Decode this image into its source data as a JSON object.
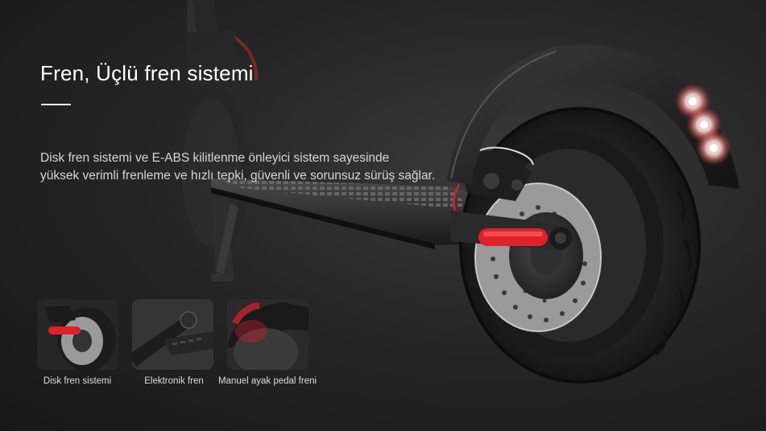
{
  "hero": {
    "title": "Fren, Üçlü fren sistemi",
    "description_lines": [
      "Disk fren sistemi ve E-ABS kilitlenme önleyici sistem sayesinde",
      "yüksek verimli frenleme ve hızlı tepki, güvenli ve sorunsuz sürüş sağlar."
    ]
  },
  "features": [
    {
      "label": "Disk fren sistemi"
    },
    {
      "label": "Elektronik fren"
    },
    {
      "label": "Manuel ayak pedal freni"
    }
  ],
  "colors": {
    "text_primary": "#ffffff",
    "text_secondary": "#d6d6d6",
    "reflector_red": "#e0202a",
    "brake_cable_red": "#c0262c"
  }
}
